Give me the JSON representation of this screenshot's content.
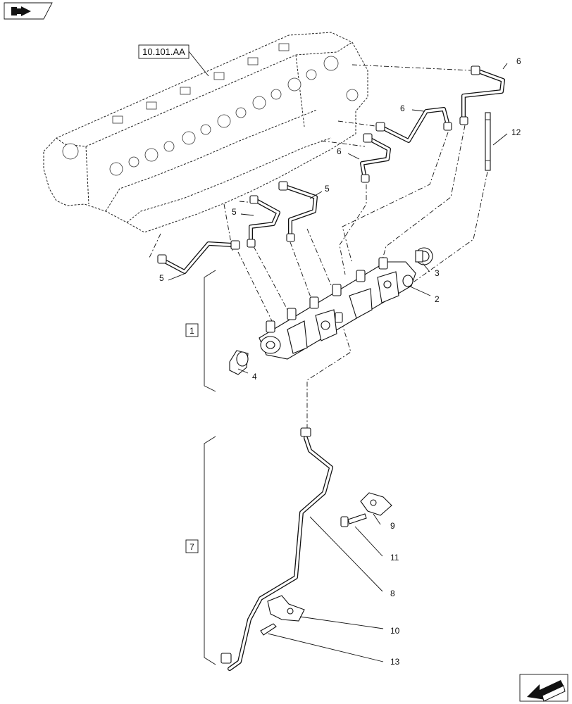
{
  "reference": {
    "code": "10.101.AA"
  },
  "callouts": {
    "c1": "1",
    "c2": "2",
    "c3": "3",
    "c4": "4",
    "c5a": "5",
    "c5b": "5",
    "c5c": "5",
    "c6a": "6",
    "c6b": "6",
    "c6c": "6",
    "c7": "7",
    "c8": "8",
    "c9": "9",
    "c10": "10",
    "c11": "11",
    "c12": "12",
    "c13": "13"
  },
  "icons": {
    "top_left": "bookmark-arrow-icon",
    "bottom_right": "previous-page-arrow-icon"
  }
}
